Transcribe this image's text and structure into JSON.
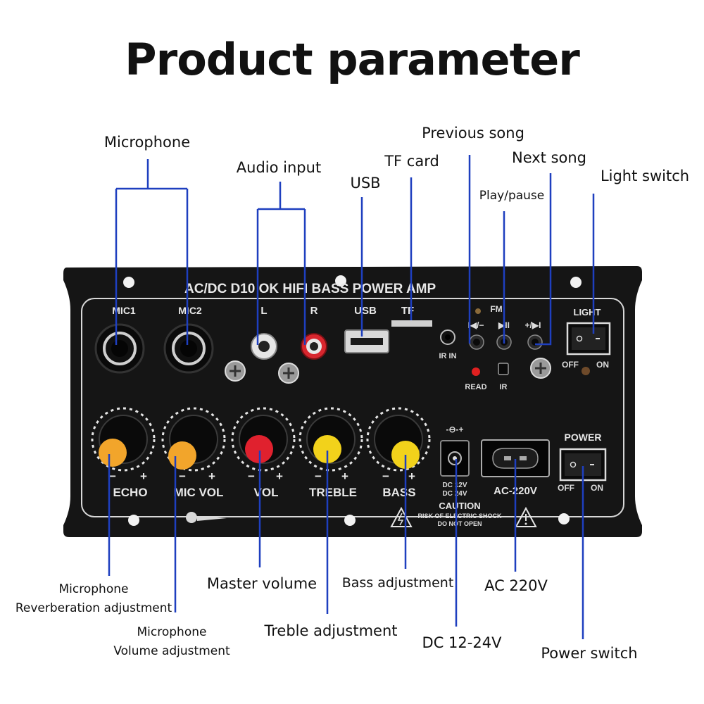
{
  "title": "Product parameter",
  "callouts": {
    "microphone": "Microphone",
    "audio_input": "Audio input",
    "usb": "USB",
    "tf_card": "TF card",
    "previous_song": "Previous song",
    "next_song": "Next song",
    "play_pause": "Play/pause",
    "light_switch": "Light switch",
    "mic_reverb_line1": "Microphone",
    "mic_reverb_line2": "Reverberation adjustment",
    "mic_volume_line1": "Microphone",
    "mic_volume_line2": "Volume adjustment",
    "master_volume": "Master volume",
    "treble_adjustment": "Treble adjustment",
    "bass_adjustment": "Bass adjustment",
    "dc_input": "DC 12-24V",
    "ac_input": "AC 220V",
    "power_switch": "Power switch"
  },
  "panel": {
    "header": "AC/DC  D10 OK  HIFI    BASS  POWER  AMP",
    "mic1": "MIC1",
    "mic2": "MIC2",
    "left": "L",
    "right": "R",
    "usb": "USB",
    "tf": "TF",
    "fm": "FM",
    "ir_in": "IR IN",
    "read": "READ",
    "ir": "IR",
    "prev_btn": "I◀/−",
    "play_btn": "▶II",
    "next_btn": "+/▶I",
    "light": "LIGHT",
    "light_off": "OFF",
    "light_on": "ON",
    "power": "POWER",
    "power_off": "OFF",
    "power_on": "ON",
    "minus": "−",
    "plus": "+",
    "echo": "ECHO",
    "mic_vol": "MIC VOL",
    "vol": "VOL",
    "treble": "TREBLE",
    "bass": "BASS",
    "dc_line1": "DC 12V",
    "dc_line2": "DC 24V",
    "ac": "AC-220V",
    "caution": "CAUTION",
    "caution_line2": "RISK OF ELECTRIC SHOCK",
    "caution_line3": "DO NOT OPEN",
    "dc_symbol": "-⊖-+"
  },
  "colors": {
    "leader": "#1e3fbf",
    "panel": "#1a1a1a",
    "panel_text": "#e8e8e8",
    "knob_orange": "#f2a52b",
    "knob_red": "#e0212e",
    "knob_yellow": "#f2d21b"
  }
}
